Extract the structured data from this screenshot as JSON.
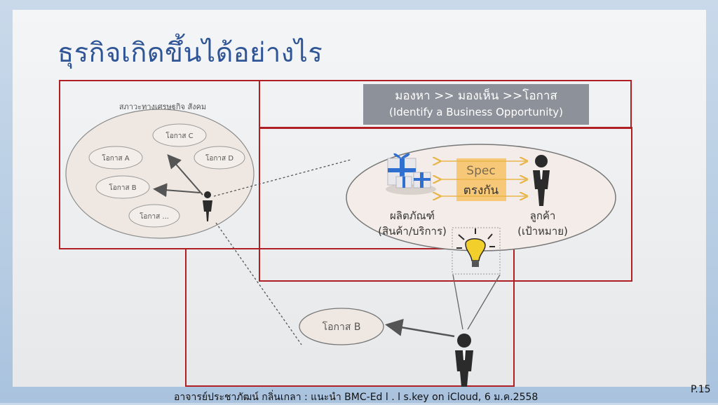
{
  "title": "ธุรกิจเกิดขึ้นได้อย่างไร",
  "left_panel": {
    "caption": "สภาวะทางเศรษฐกิจ สังคม",
    "opportunities": [
      "โอกาส A",
      "โอกาส B",
      "โอกาส C",
      "โอกาส D",
      "โอกาส ..."
    ]
  },
  "banner": {
    "line1": "มองหา >> มองเห็น >>โอกาส",
    "line2": "(Identify a Business Opportunity)"
  },
  "right_panel": {
    "spec_line1": "Spec",
    "spec_line2": "ตรงกัน",
    "product_line1": "ผลิตภัณฑ์",
    "product_line2": "(สินค้า/บริการ)",
    "customer_line1": "ลูกค้า",
    "customer_line2": "(เป้าหมาย)"
  },
  "bottom_panel": {
    "opportunity": "โอกาส B"
  },
  "footer": "อาจารย์ประชาภัฒน์ กลิ่นเกลา : แนะนำ BMC-Ed l . l s.key on iCloud, 6 ม.ค.2558",
  "page_number": "P.15",
  "colors": {
    "title": "#2f5597",
    "frame_red": "#b01f24",
    "banner_bg": "#8d919a",
    "spec_bg": "#f7c46a",
    "bulb": "#f2cf2a"
  }
}
